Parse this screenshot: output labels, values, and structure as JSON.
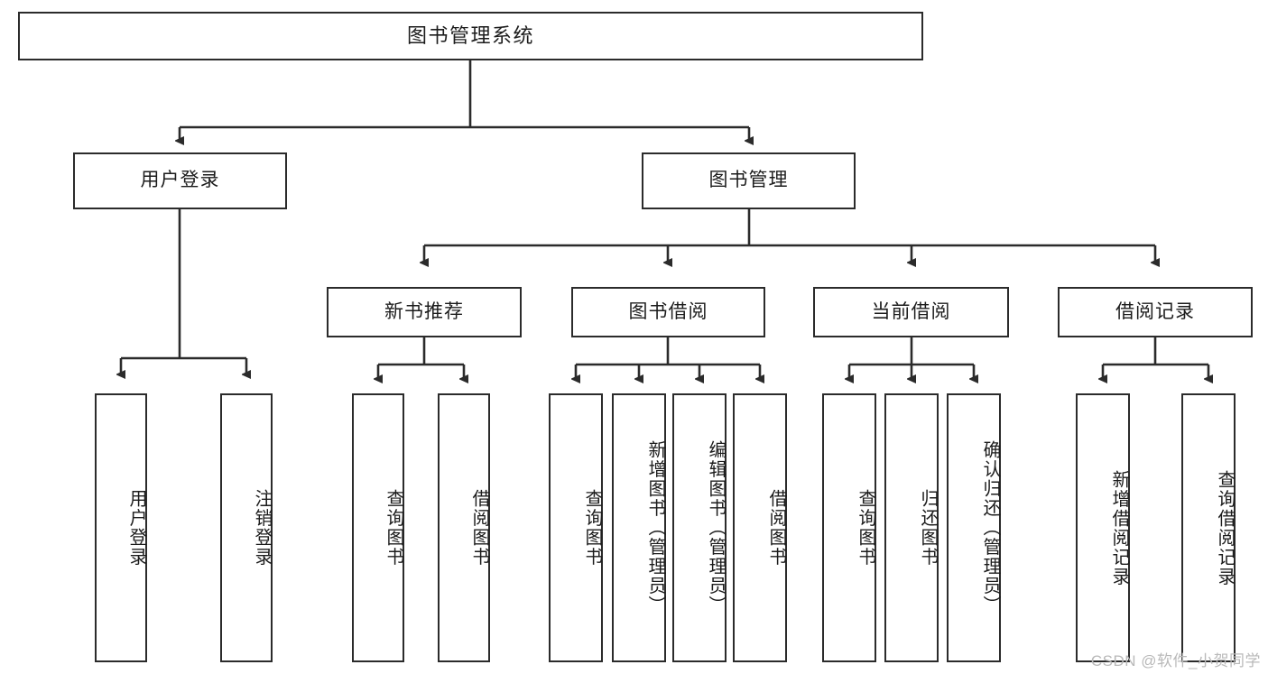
{
  "diagram": {
    "title": "图书管理系统",
    "type": "tree",
    "colors": {
      "box_border": "#2b2b2b",
      "box_fill": "#ffffff",
      "connector": "#2b2b2b",
      "background": "#ffffff",
      "watermark": "#b9b9b9"
    },
    "root": {
      "label": "图书管理系统"
    },
    "level2": [
      {
        "id": "user-login",
        "label": "用户登录"
      },
      {
        "id": "book-manage",
        "label": "图书管理"
      }
    ],
    "level3": [
      {
        "id": "new-book-recommend",
        "label": "新书推荐"
      },
      {
        "id": "book-borrow",
        "label": "图书借阅"
      },
      {
        "id": "current-borrow",
        "label": "当前借阅"
      },
      {
        "id": "borrow-record",
        "label": "借阅记录"
      }
    ],
    "leaves": [
      {
        "id": "leaf-user-login",
        "label": "用户登录",
        "parent": "user-login"
      },
      {
        "id": "leaf-user-logout",
        "label": "注销登录",
        "parent": "user-login"
      },
      {
        "id": "leaf-query-book-1",
        "label": "查询图书",
        "parent": "new-book-recommend"
      },
      {
        "id": "leaf-borrow-book-1",
        "label": "借阅图书",
        "parent": "new-book-recommend"
      },
      {
        "id": "leaf-query-book-2",
        "label": "查询图书",
        "parent": "book-borrow"
      },
      {
        "id": "leaf-add-book",
        "label": "新增图书（管理员）",
        "parent": "book-borrow"
      },
      {
        "id": "leaf-edit-book",
        "label": "编辑图书（管理员）",
        "parent": "book-borrow"
      },
      {
        "id": "leaf-borrow-book-2",
        "label": "借阅图书",
        "parent": "book-borrow"
      },
      {
        "id": "leaf-query-book-3",
        "label": "查询图书",
        "parent": "current-borrow"
      },
      {
        "id": "leaf-return-book",
        "label": "归还图书",
        "parent": "current-borrow"
      },
      {
        "id": "leaf-confirm-return",
        "label": "确认归还（管理员）",
        "parent": "current-borrow"
      },
      {
        "id": "leaf-add-record",
        "label": "新增借阅记录",
        "parent": "borrow-record"
      },
      {
        "id": "leaf-query-record",
        "label": "查询借阅记录",
        "parent": "borrow-record"
      }
    ]
  },
  "watermark": {
    "text": "CSDN @软件_小贺同学"
  }
}
